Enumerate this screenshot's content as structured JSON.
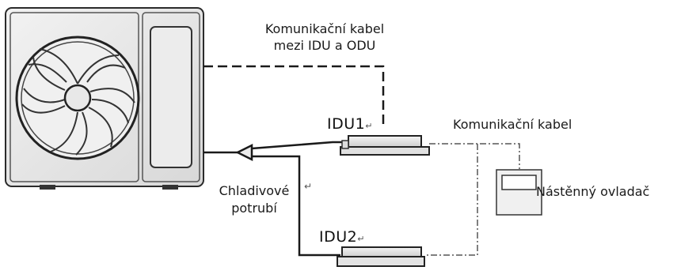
{
  "labels": {
    "comm_cable_idu_odu_line1": "Komunikační kabel",
    "comm_cable_idu_odu_line2": "mezi IDU a ODU",
    "comm_cable": "Komunikační kabel",
    "wall_controller": "Nástěnný ovladač",
    "refrigerant_pipe_line1": "Chladivové",
    "refrigerant_pipe_line2": "potrubí",
    "idu1": "IDU1",
    "idu2": "IDU2"
  },
  "icons": {
    "outdoor_unit": "outdoor-unit-icon",
    "indoor_unit": "ducted-indoor-unit-icon",
    "wall_controller": "wall-controller-icon"
  },
  "colors": {
    "line": "#1a1a1a",
    "dash_dot": "#555555",
    "unit_body": "#e6e6e6"
  }
}
